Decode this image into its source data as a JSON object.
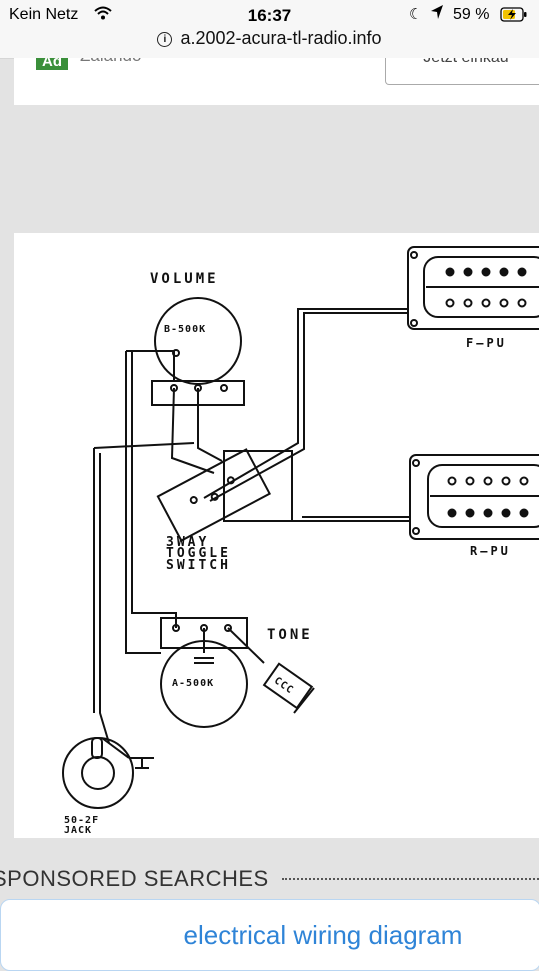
{
  "status_bar": {
    "carrier": "Kein Netz",
    "time": "16:37",
    "battery": "59 %"
  },
  "browser": {
    "url": "a.2002-acura-tl-radio.info"
  },
  "ad": {
    "badge": "Ad",
    "brand": "Zalando",
    "cta": "Jetzt einkau"
  },
  "diagram": {
    "labels": {
      "volume": "VOLUME",
      "volume_pot": "B-500K",
      "tone": "TONE",
      "tone_pot": "A-500K",
      "switch_1": "3WAY",
      "switch_2": "TOGGLE",
      "switch_3": "SWITCH",
      "front_pickup": "F—PU",
      "rear_pickup": "R—PU",
      "jack_1": "50-2F",
      "jack_2": "JACK",
      "cap": "CCC"
    }
  },
  "sponsored": {
    "heading": "SPONSORED SEARCHES",
    "items": [
      "electrical wiring diagram"
    ]
  },
  "colors": {
    "link": "#2f84d7",
    "ad_badge": "#3a8f3a"
  }
}
